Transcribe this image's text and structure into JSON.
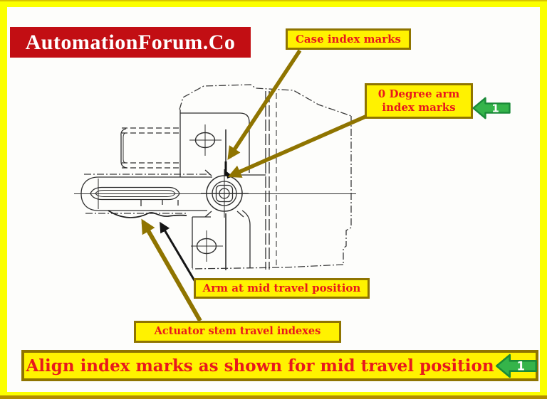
{
  "logo": {
    "text": "AutomationForum.Co"
  },
  "callouts": {
    "case_index": {
      "label": "Case index marks"
    },
    "zero_degree": {
      "line1": "0 Degree arm",
      "line2": "index marks"
    },
    "arm_mid": {
      "label": "Arm at mid travel position"
    },
    "actuator_stem": {
      "label": "Actuator stem travel indexes"
    }
  },
  "banner": {
    "label": "Align index marks as shown for mid travel position"
  },
  "step_markers": {
    "top": {
      "label": "1"
    },
    "bottom": {
      "label": "1"
    }
  },
  "colors": {
    "frame_yellow": "#fbff00",
    "frame_bottom_edge": "#b28d00",
    "callout_fill": "#fff200",
    "callout_border": "#8f7400",
    "label_red": "#e8191c",
    "logo_red": "#c20e13",
    "logo_text": "#ffffff",
    "annotation_olive": "#8f7400",
    "annotation_black": "#151515",
    "step_green_fill": "#35b44a",
    "step_green_border": "#1a8a38",
    "drawing_ink": "#2e2e2e"
  }
}
